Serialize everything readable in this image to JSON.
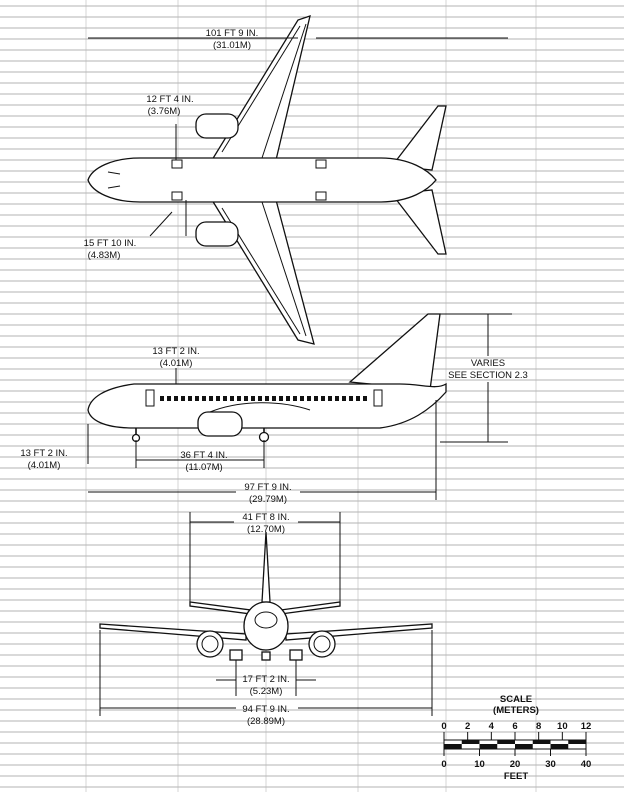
{
  "dimensions": {
    "wingspan": {
      "ft": "101 FT 9 IN.",
      "m": "(31.01M)"
    },
    "engine_offset": {
      "ft": "12 FT 4 IN.",
      "m": "(3.76M)"
    },
    "engine_lateral": {
      "ft": "15 FT 10 IN.",
      "m": "(4.83M)"
    },
    "top_height": {
      "ft": "13 FT 2 IN.",
      "m": "(4.01M)"
    },
    "tail_height_note": {
      "line1": "VARIES",
      "line2": "SEE SECTION 2.3"
    },
    "nose_height": {
      "ft": "13 FT 2 IN.",
      "m": "(4.01M)"
    },
    "wheelbase": {
      "ft": "36 FT 4 IN.",
      "m": "(11.07M)"
    },
    "overall_length": {
      "ft": "97 FT 9 IN.",
      "m": "(29.79M)"
    },
    "stabilizer_span": {
      "ft": "41 FT 8 IN.",
      "m": "(12.70M)"
    },
    "main_gear_track": {
      "ft": "17 FT 2 IN.",
      "m": "(5.23M)"
    },
    "front_wingspan": {
      "ft": "94 FT 9 IN.",
      "m": "(28.89M)"
    }
  },
  "scale": {
    "title": "SCALE",
    "meters_label": "(METERS)",
    "meters_ticks": [
      "0",
      "2",
      "4",
      "6",
      "8",
      "10",
      "12"
    ],
    "feet_ticks": [
      "0",
      "10",
      "20",
      "30",
      "40"
    ],
    "feet_label": "FEET"
  }
}
